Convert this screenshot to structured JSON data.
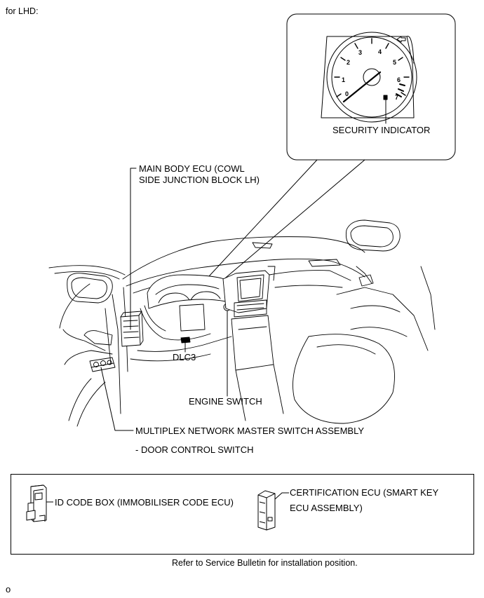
{
  "header": {
    "variant_label": "for LHD:"
  },
  "callout": {
    "label": "SECURITY INDICATOR",
    "gauge_numbers": [
      "0",
      "1",
      "2",
      "3",
      "4",
      "5",
      "6",
      "7"
    ]
  },
  "labels": {
    "main_body_ecu_line1": "MAIN BODY ECU (COWL",
    "main_body_ecu_line2": "SIDE JUNCTION BLOCK LH)",
    "dlc3": "DLC3",
    "engine_switch": "ENGINE SWITCH",
    "multiplex_switch": "MULTIPLEX NETWORK MASTER SWITCH ASSEMBLY",
    "door_control_switch": "- DOOR CONTROL SWITCH"
  },
  "parts_box": {
    "id_code_box": "ID CODE BOX (IMMOBILISER CODE ECU)",
    "certification_ecu_line1": "CERTIFICATION ECU (SMART KEY",
    "certification_ecu_line2": "ECU ASSEMBLY)"
  },
  "footer": {
    "note": "Refer to Service Bulletin for installation position.",
    "page_marker": "o"
  }
}
